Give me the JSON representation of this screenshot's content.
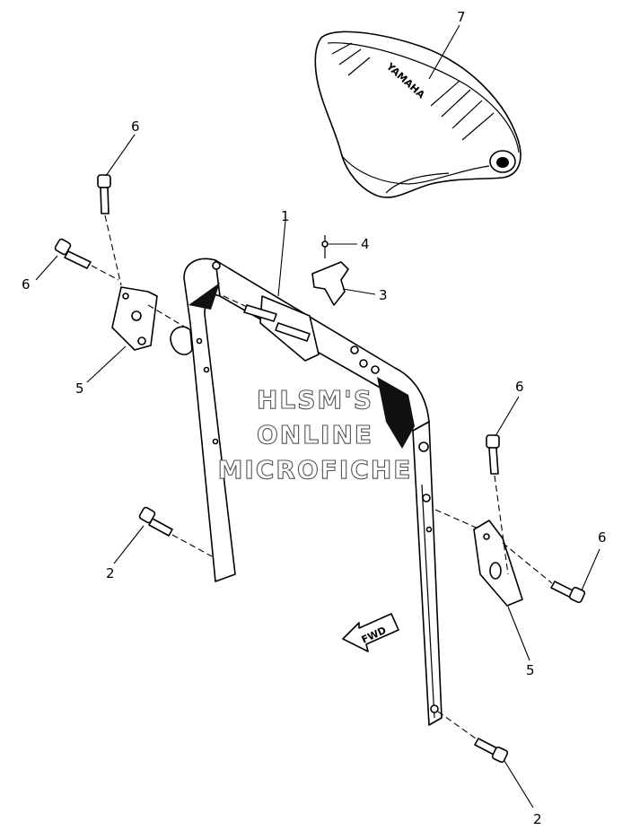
{
  "callouts": {
    "c1": "1",
    "c2a": "2",
    "c2b": "2",
    "c3": "3",
    "c4": "4",
    "c5a": "5",
    "c5b": "5",
    "c6a": "6",
    "c6b": "6",
    "c6c": "6",
    "c6d": "6",
    "c7": "7"
  },
  "watermark": {
    "line1": "HLSM'S",
    "line2": "ONLINE",
    "line3": "MICROFICHE"
  },
  "fwd_label": "FWD",
  "seat_brand": "YAMAHA"
}
